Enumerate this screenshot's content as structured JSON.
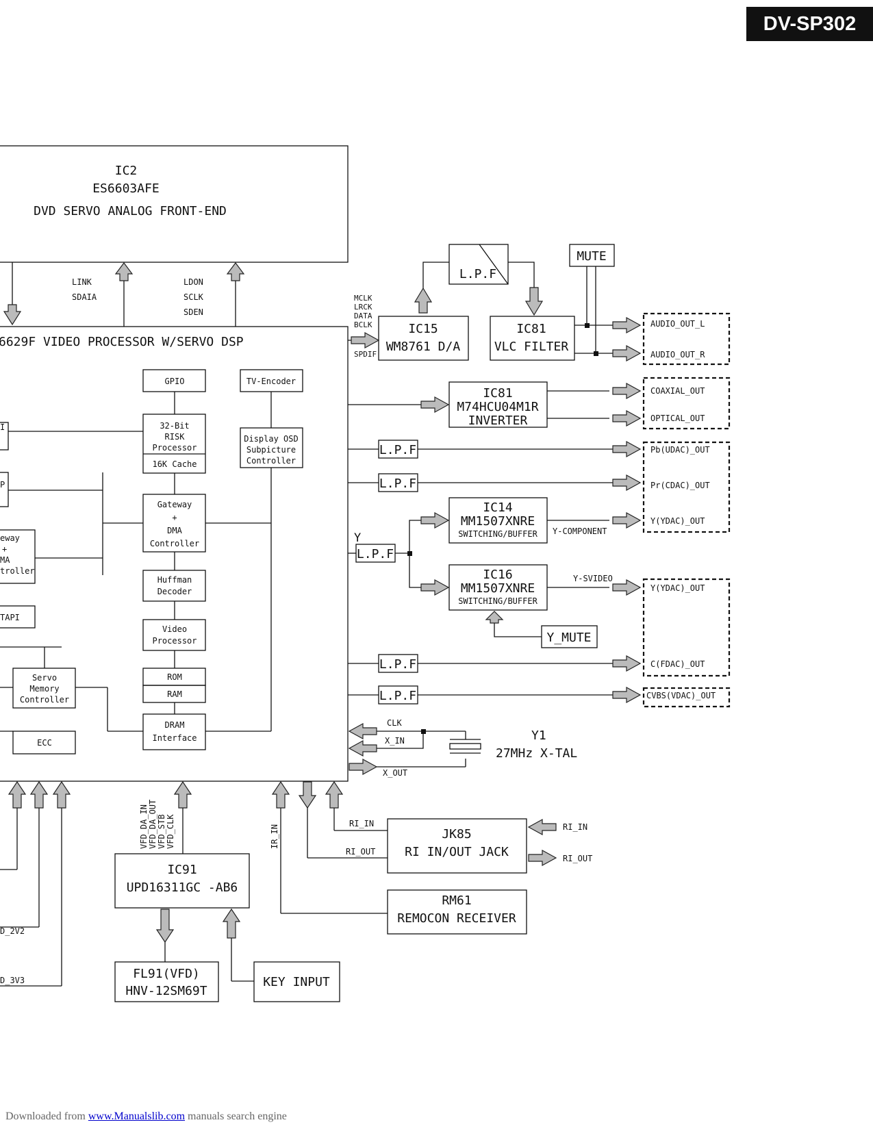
{
  "header": {
    "model": "DV-SP302"
  },
  "footer": {
    "prefix": "Downloaded from ",
    "link_text": "www.Manualslib.com",
    "suffix": " manuals search engine"
  },
  "ic2": {
    "ref": "IC2",
    "part": "ES6603AFE",
    "desc": "DVD SERVO ANALOG FRONT-END"
  },
  "bus1": [
    "LINK",
    "SDAIA"
  ],
  "bus2": [
    "LDON",
    "SCLK",
    "SDEN"
  ],
  "main": {
    "title": "6629F VIDEO PROCESSOR   W/SERVO DSP",
    "gpio": "GPIO",
    "tv_encoder": "TV-Encoder",
    "risk": [
      "32-Bit",
      "RISK",
      "Processor"
    ],
    "cache": "16K Cache",
    "osd": [
      "Display OSD",
      "Subpicture",
      "Controller"
    ],
    "gateway": [
      "Gateway",
      "+",
      "DMA",
      "Controller"
    ],
    "gateway_left": [
      "eway",
      "+",
      "MA",
      "troller"
    ],
    "atapi": "TAPI",
    "huffman": [
      "Huffman",
      "Decoder"
    ],
    "video_proc": [
      "Video",
      "Processor"
    ],
    "rom": "ROM",
    "ram": "RAM",
    "servo_mem": [
      "Servo",
      "Memory",
      "Controller"
    ],
    "dram": [
      "DRAM",
      "Interface"
    ],
    "ecc": "ECC",
    "left_partial_1": "I",
    "left_partial_2": "P"
  },
  "audio_bus": [
    "MCLK",
    "LRCK",
    "DATA",
    "BCLK"
  ],
  "spdif": "SPDIF",
  "lpf_label": "L.P.F",
  "ic15": {
    "ref": "IC15",
    "part": "WM8761 D/A"
  },
  "ic81_vlc": {
    "ref": "IC81",
    "part": "VLC FILTER"
  },
  "mute": "MUTE",
  "ic81_inv": {
    "ref": "IC81",
    "part": "M74HCU04M1R",
    "desc": "INVERTER"
  },
  "ic14": {
    "ref": "IC14",
    "part": "MM1507XNRE",
    "desc": "SWITCHING/BUFFER"
  },
  "ic16": {
    "ref": "IC16",
    "part": "MM1507XNRE",
    "desc": "SWITCHING/BUFFER"
  },
  "y_label": "Y",
  "y_component": "Y-COMPONENT",
  "y_svideo": "Y-SVIDEO",
  "y_mute": "Y_MUTE",
  "outputs": {
    "audio_l": "AUDIO_OUT_L",
    "audio_r": "AUDIO_OUT_R",
    "coaxial": "COAXIAL_OUT",
    "optical": "OPTICAL_OUT",
    "pb": "Pb(UDAC)_OUT",
    "pr": "Pr(CDAC)_OUT",
    "y_comp": "Y(YDAC)_OUT",
    "y_sv": "Y(YDAC)_OUT",
    "c": "C(FDAC)_OUT",
    "cvbs": "CVBS(VDAC)_OUT"
  },
  "clock": {
    "clk": "CLK",
    "x_in": "X_IN",
    "x_out": "X_OUT",
    "ref": "Y1",
    "desc": "27MHz X-TAL"
  },
  "ic91": {
    "ref": "IC91",
    "part": "UPD16311GC -AB6"
  },
  "vfd_signals": [
    "VFD_DA_IN",
    "VFD_DA_OUT",
    "VFD_STB",
    "VFD_CLK"
  ],
  "ir_in": "IR_IN",
  "jk85": {
    "ref": "JK85",
    "desc": "RI IN/OUT JACK"
  },
  "ri_in": "RI_IN",
  "ri_out": "RI_OUT",
  "rm61": {
    "ref": "RM61",
    "desc": "REMOCON RECEIVER"
  },
  "fl91": {
    "ref": "FL91(VFD)",
    "part": "HNV-12SM69T"
  },
  "key_input": "KEY INPUT",
  "rails": [
    "D_2V2",
    "D_3V3"
  ]
}
